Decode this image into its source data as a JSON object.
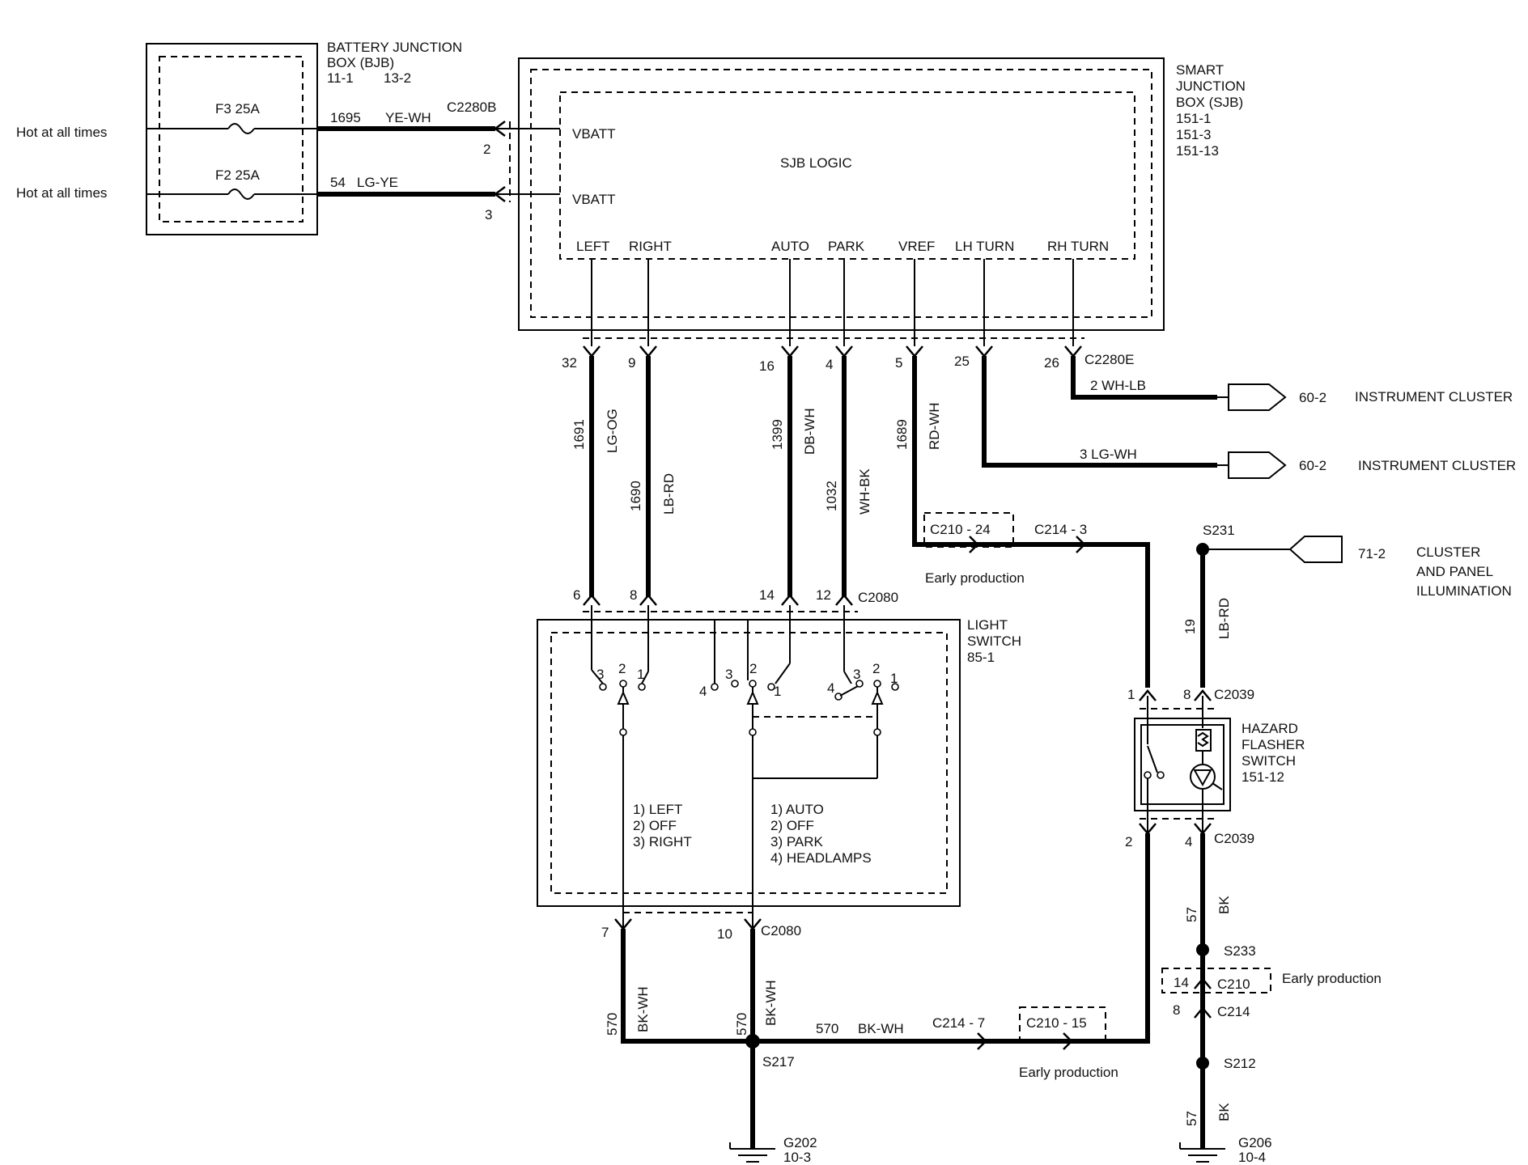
{
  "bjb": {
    "title_line1": "BATTERY  JUNCTION",
    "title_line2": "BOX (BJB)",
    "ref1": "11-1",
    "ref2": "13-2",
    "fuse_f3": "F3   25A",
    "fuse_f2": "F2   25A",
    "hot1": "Hot at all times",
    "hot2": "Hot at all times"
  },
  "bjb_wires": {
    "w1_circuit": "1695",
    "w1_color": "YE-WH",
    "w2_circuit": "54",
    "w2_color": "LG-YE",
    "connector": "C2280B",
    "pin_a": "2",
    "pin_b": "3"
  },
  "sjb": {
    "title_line1": "SMART",
    "title_line2": "JUNCTION",
    "title_line3": "BOX (SJB)",
    "ref1": "151-1",
    "ref2": "151-3",
    "ref3": "151-13",
    "logic": "SJB LOGIC",
    "vbatt1": "VBATT",
    "vbatt2": "VBATT",
    "left": "LEFT",
    "right": "RIGHT",
    "auto": "AUTO",
    "park": "PARK",
    "vref": "VREF",
    "lh_turn": "LH TURN",
    "rh_turn": "RH TURN",
    "connector": "C2280E"
  },
  "sjb_pins": {
    "p32": "32",
    "p9": "9",
    "p16": "16",
    "p4": "4",
    "p5": "5",
    "p25": "25",
    "p26": "26"
  },
  "wires": {
    "w1691": "1691",
    "lg_og": "LG-OG",
    "w1690": "1690",
    "lb_rd": "LB-RD",
    "w1399": "1399",
    "db_wh": "DB-WH",
    "w1032": "1032",
    "wh_bk": "WH-BK",
    "w1689": "1689",
    "rd_wh": "RD-WH",
    "wh_lb": "2  WH-LB",
    "lg_wh": "3  LG-WH"
  },
  "cluster": {
    "ref_a": "60-2",
    "ref_b": "60-2",
    "label_a": "INSTRUMENT CLUSTER",
    "label_b": "INSTRUMENT CLUSTER",
    "ill_ref": "71-2",
    "ill_line1": "CLUSTER",
    "ill_line2": "AND PANEL",
    "ill_line3": "ILLUMINATION"
  },
  "c210": {
    "top_label": "C210  -  24",
    "top_c214": "C214  -  3",
    "early1": "Early production",
    "bot_c214": "C214  -  7",
    "bot_label": "C210  -  15",
    "early2": "Early production",
    "right_pin": "14",
    "right_label": "C210",
    "early3": "Early production",
    "c214_pin": "8",
    "c214_label": "C214"
  },
  "light_switch": {
    "title_line1": "LIGHT",
    "title_line2": "SWITCH",
    "ref": "85-1",
    "connector": "C2080",
    "pin6": "6",
    "pin8": "8",
    "pin14": "14",
    "pin12": "12",
    "pin7": "7",
    "pin10": "10",
    "legend_a1": "1) LEFT",
    "legend_a2": "2) OFF",
    "legend_a3": "3) RIGHT",
    "legend_b1": "1) AUTO",
    "legend_b2": "2) OFF",
    "legend_b3": "3) PARK",
    "legend_b4": "4) HEADLAMPS",
    "s1_3": "3",
    "s1_2": "2",
    "s1_1": "1",
    "s2_4": "4",
    "s2_3": "3",
    "s2_2": "2",
    "s2_1": "1",
    "s3_4": "4",
    "s3_3": "3",
    "s3_2": "2",
    "s3_1": "1",
    "bot_connector": "C2080"
  },
  "hazard": {
    "title_line1": "HAZARD",
    "title_line2": "FLASHER",
    "title_line3": "SWITCH",
    "ref": "151-12",
    "pin1": "1",
    "pin8": "8",
    "pin2": "2",
    "pin4": "4",
    "conn_top": "C2039",
    "conn_bot": "C2039"
  },
  "splices": {
    "s231": "S231",
    "w19": "19",
    "lb_rd2": "LB-RD",
    "w57a": "57",
    "bk_a": "BK",
    "s233": "S233",
    "s212": "S212",
    "w57b": "57",
    "bk_b": "BK",
    "g206": "G206",
    "g206_ref": "10-4",
    "w570a": "570",
    "bk_wh_a": "BK-WH",
    "w570b": "570",
    "bk_wh_b": "BK-WH",
    "w570c": "570",
    "bk_wh_c": "BK-WH",
    "s217": "S217",
    "g202": "G202",
    "g202_ref": "10-3"
  }
}
